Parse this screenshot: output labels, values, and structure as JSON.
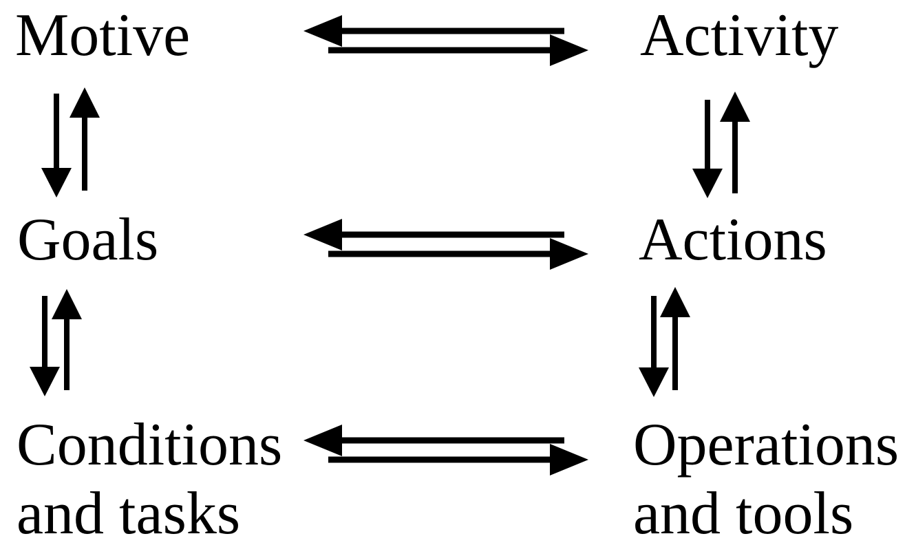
{
  "diagram": {
    "type": "activity-theory-hierarchy",
    "colors": {
      "background": "#ffffff",
      "foreground": "#000000"
    },
    "nodes": {
      "motive": {
        "label": "Motive"
      },
      "activity": {
        "label": "Activity"
      },
      "goals": {
        "label": "Goals"
      },
      "actions": {
        "label": "Actions"
      },
      "conditions_tasks": {
        "line1": "Conditions",
        "line2": "and tasks"
      },
      "operations_tools": {
        "line1": "Operations",
        "line2": "and tools"
      }
    },
    "relations": [
      {
        "between": [
          "Motive",
          "Activity"
        ],
        "type": "bidirectional-horizontal"
      },
      {
        "between": [
          "Goals",
          "Actions"
        ],
        "type": "bidirectional-horizontal"
      },
      {
        "between": [
          "Conditions and tasks",
          "Operations and tools"
        ],
        "type": "bidirectional-horizontal"
      },
      {
        "between": [
          "Motive",
          "Goals"
        ],
        "type": "bidirectional-vertical"
      },
      {
        "between": [
          "Goals",
          "Conditions and tasks"
        ],
        "type": "bidirectional-vertical"
      },
      {
        "between": [
          "Activity",
          "Actions"
        ],
        "type": "bidirectional-vertical"
      },
      {
        "between": [
          "Actions",
          "Operations and tools"
        ],
        "type": "bidirectional-vertical"
      }
    ]
  }
}
